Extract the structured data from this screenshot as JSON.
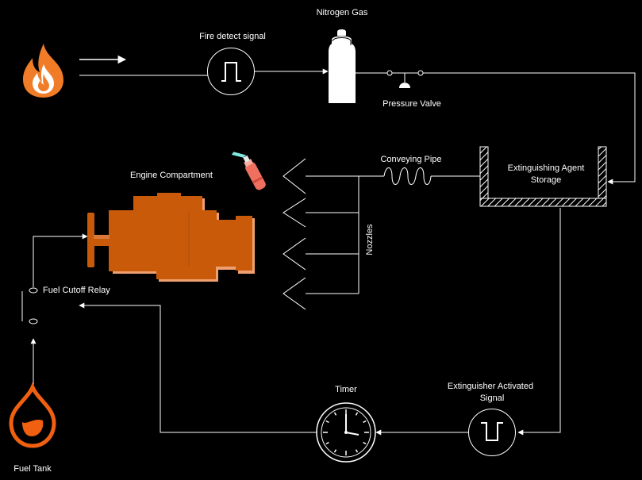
{
  "colors": {
    "background": "#000000",
    "line": "#ffffff",
    "flame_outer": "#f07c27",
    "flame_inner": "#ffffff",
    "engine": "#c85a0a",
    "engine_shadow": "#f0a070",
    "extinguisher": "#f07060",
    "extinguisher_spray": "#7fe8e0",
    "fuel_drop": "#f06010"
  },
  "icons": [
    "flame-icon",
    "pulse-signal-icon",
    "nitrogen-cylinder-icon",
    "pressure-valve-icon",
    "storage-tank-icon",
    "conveying-pipe-coil",
    "fire-extinguisher-icon",
    "engine-icon",
    "nozzle-icon",
    "relay-switch-icon",
    "fuel-drop-icon",
    "timer-clock-icon",
    "inverted-pulse-signal-icon"
  ],
  "labels": {
    "fire_detect_signal": "Fire detect signal",
    "nitrogen_gas": "Nitrogen Gas",
    "pressure_valve": "Pressure Valve",
    "storage_line1": "Extinguishing Agent",
    "storage_line2": "Storage",
    "conveying_pipe": "Conveying Pipe",
    "engine_compartment": "Engine Compartment",
    "nozzles": "Nozzles",
    "fuel_cutoff_relay": "Fuel Cutoff Relay",
    "fuel_tank": "Fuel Tank",
    "timer": "Timer",
    "activated_line1": "Extinguisher Activated",
    "activated_line2": "Signal"
  }
}
